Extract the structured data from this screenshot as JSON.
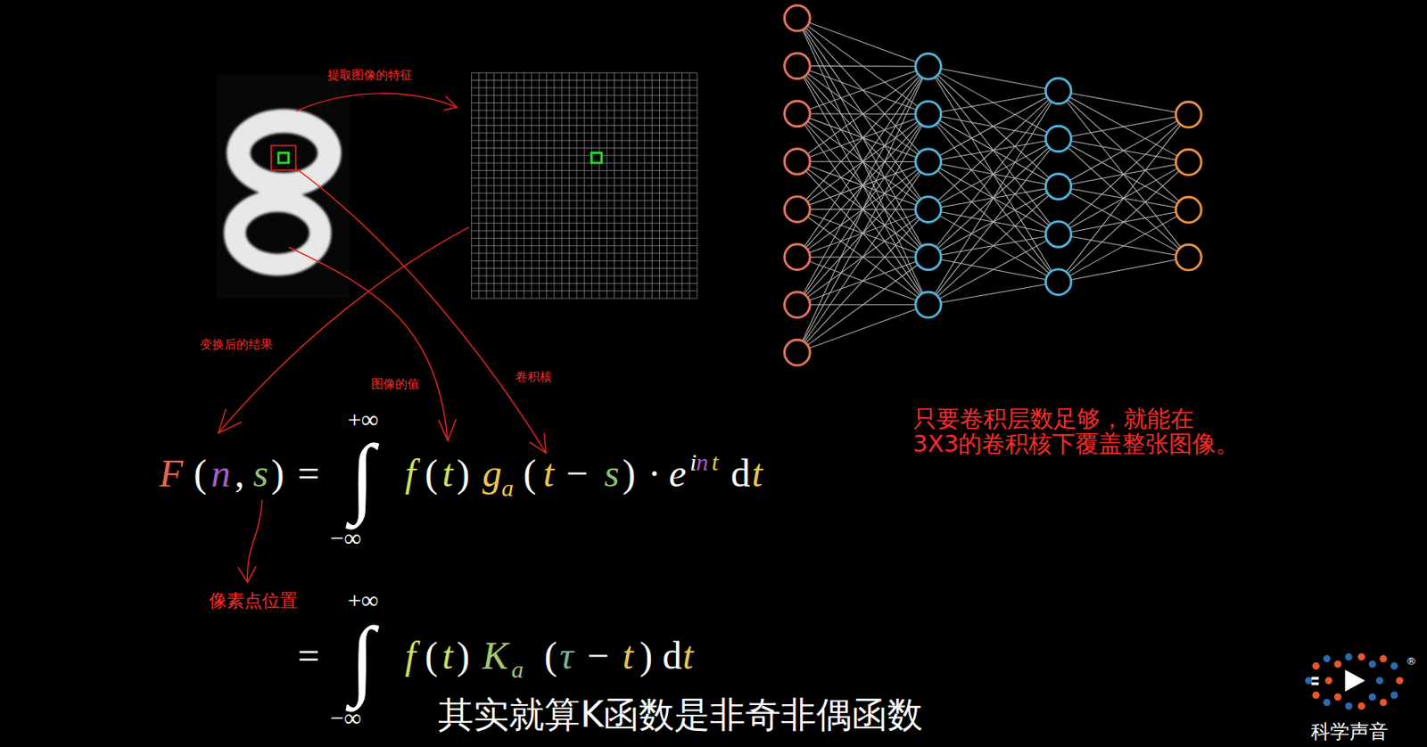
{
  "diagram": {
    "labels": [
      "提取图像的特征",
      "变换后的结果",
      "图像的值",
      "卷积核",
      "像素点位置",
      "只要卷积层数足够，就能在 3X3的卷积核下覆盖整张图像。",
      "其实就算K函数是非奇非偶函数",
      "科学声音",
      "®",
      "F",
      "(",
      "n",
      ",",
      "s",
      ")",
      "=",
      "∫",
      "+∞",
      "−∞",
      "f",
      "(",
      "t",
      ")",
      "g",
      "a",
      "(",
      "t",
      "−",
      "s",
      ")",
      "·",
      "e",
      "i",
      "n",
      "t",
      "d",
      "t",
      "=",
      "∫",
      "+∞",
      "−∞",
      "f",
      "(",
      "t",
      ")",
      "K",
      "a",
      "(",
      "τ",
      "−",
      "t",
      ")",
      "d",
      "t"
    ]
  }
}
